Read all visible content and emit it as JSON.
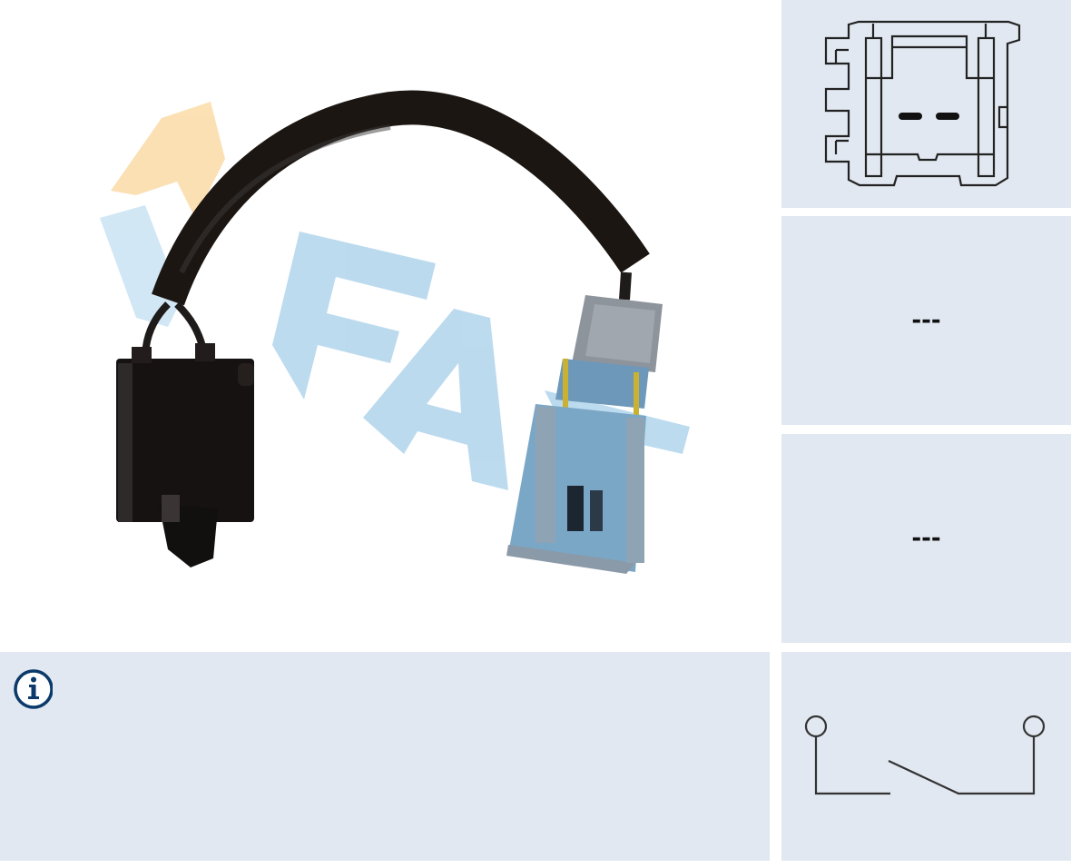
{
  "product_view": {
    "watermark_text": "FAE",
    "colors": {
      "panel_bg": "#e1e8f1",
      "watermark_blue": "#b9d9ee",
      "watermark_orange": "#fbdfb0",
      "cable_black": "#1a1512",
      "connector_blue": "#7fa9c6"
    }
  },
  "spec_panels": {
    "connector_diagram": {
      "label": "connector-pinout"
    },
    "value_1": "---",
    "value_2": "---",
    "switch_diagram": {
      "label": "normally-open-switch"
    }
  },
  "info_panel": {
    "icon": "info-icon",
    "text": ""
  }
}
